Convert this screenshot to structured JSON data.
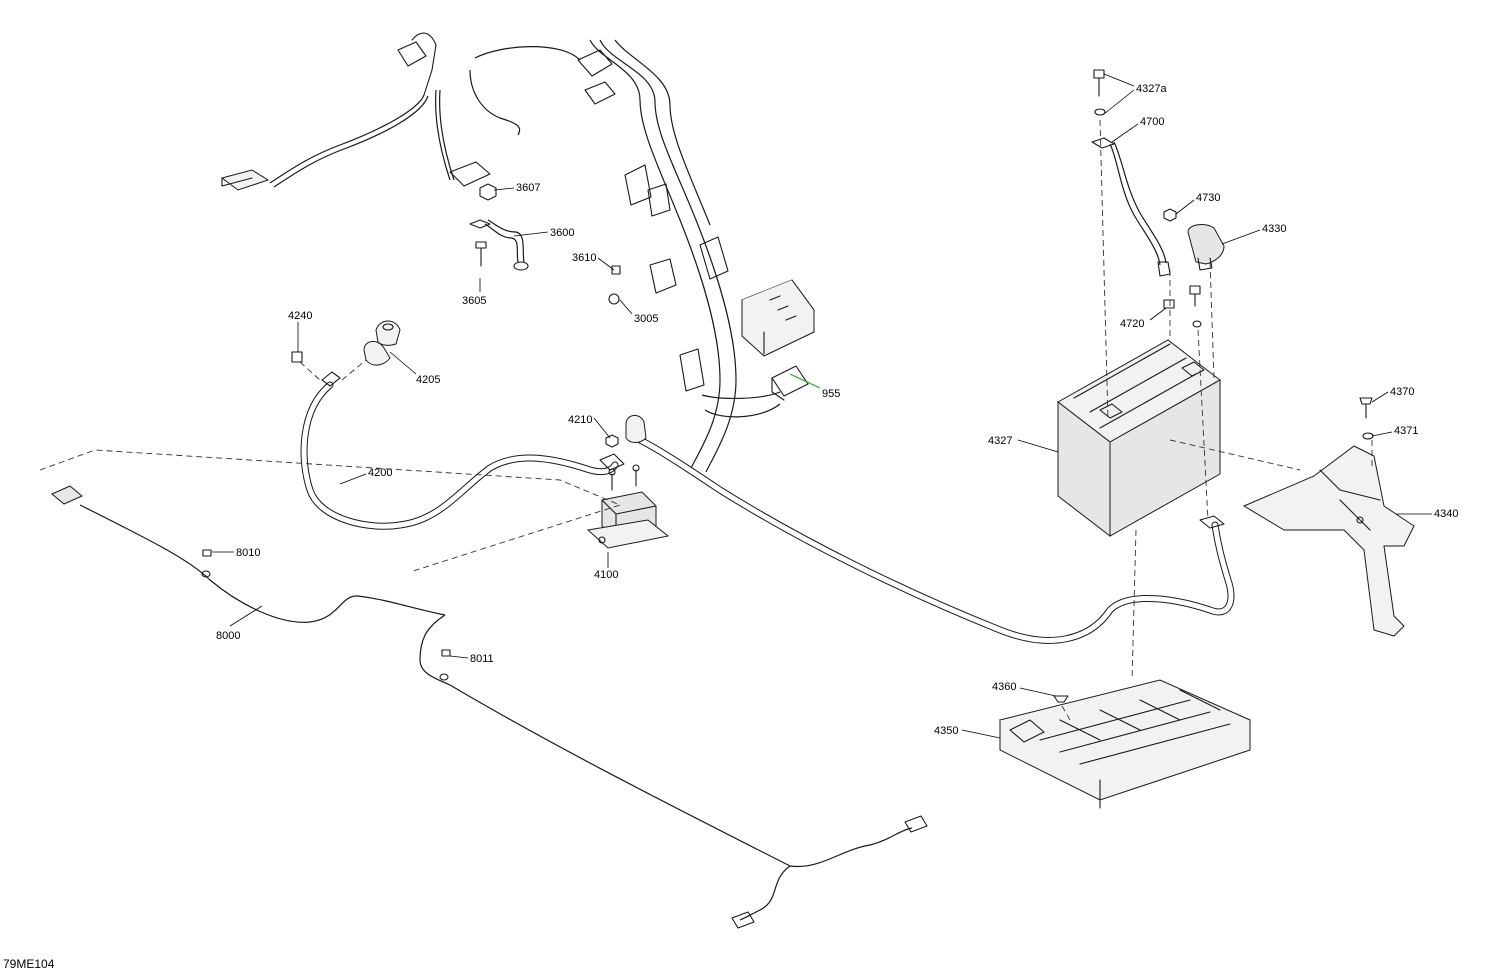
{
  "diagram": {
    "code": "79ME104",
    "highlight_color": "#22b322",
    "highlighted_part": "955",
    "callouts": [
      {
        "id": "4327a",
        "label": "4327a"
      },
      {
        "id": "4700",
        "label": "4700"
      },
      {
        "id": "4730",
        "label": "4730"
      },
      {
        "id": "4330",
        "label": "4330"
      },
      {
        "id": "4720",
        "label": "4720"
      },
      {
        "id": "4370",
        "label": "4370"
      },
      {
        "id": "4371",
        "label": "4371"
      },
      {
        "id": "4327",
        "label": "4327"
      },
      {
        "id": "4340",
        "label": "4340"
      },
      {
        "id": "4360",
        "label": "4360"
      },
      {
        "id": "4350",
        "label": "4350"
      },
      {
        "id": "3607",
        "label": "3607"
      },
      {
        "id": "3600",
        "label": "3600"
      },
      {
        "id": "3610",
        "label": "3610"
      },
      {
        "id": "3605",
        "label": "3605"
      },
      {
        "id": "3005",
        "label": "3005"
      },
      {
        "id": "955",
        "label": "955"
      },
      {
        "id": "4240",
        "label": "4240"
      },
      {
        "id": "4205",
        "label": "4205"
      },
      {
        "id": "4210",
        "label": "4210"
      },
      {
        "id": "4200",
        "label": "4200"
      },
      {
        "id": "4100",
        "label": "4100"
      },
      {
        "id": "8010",
        "label": "8010"
      },
      {
        "id": "8000",
        "label": "8000"
      },
      {
        "id": "8011",
        "label": "8011"
      }
    ]
  }
}
